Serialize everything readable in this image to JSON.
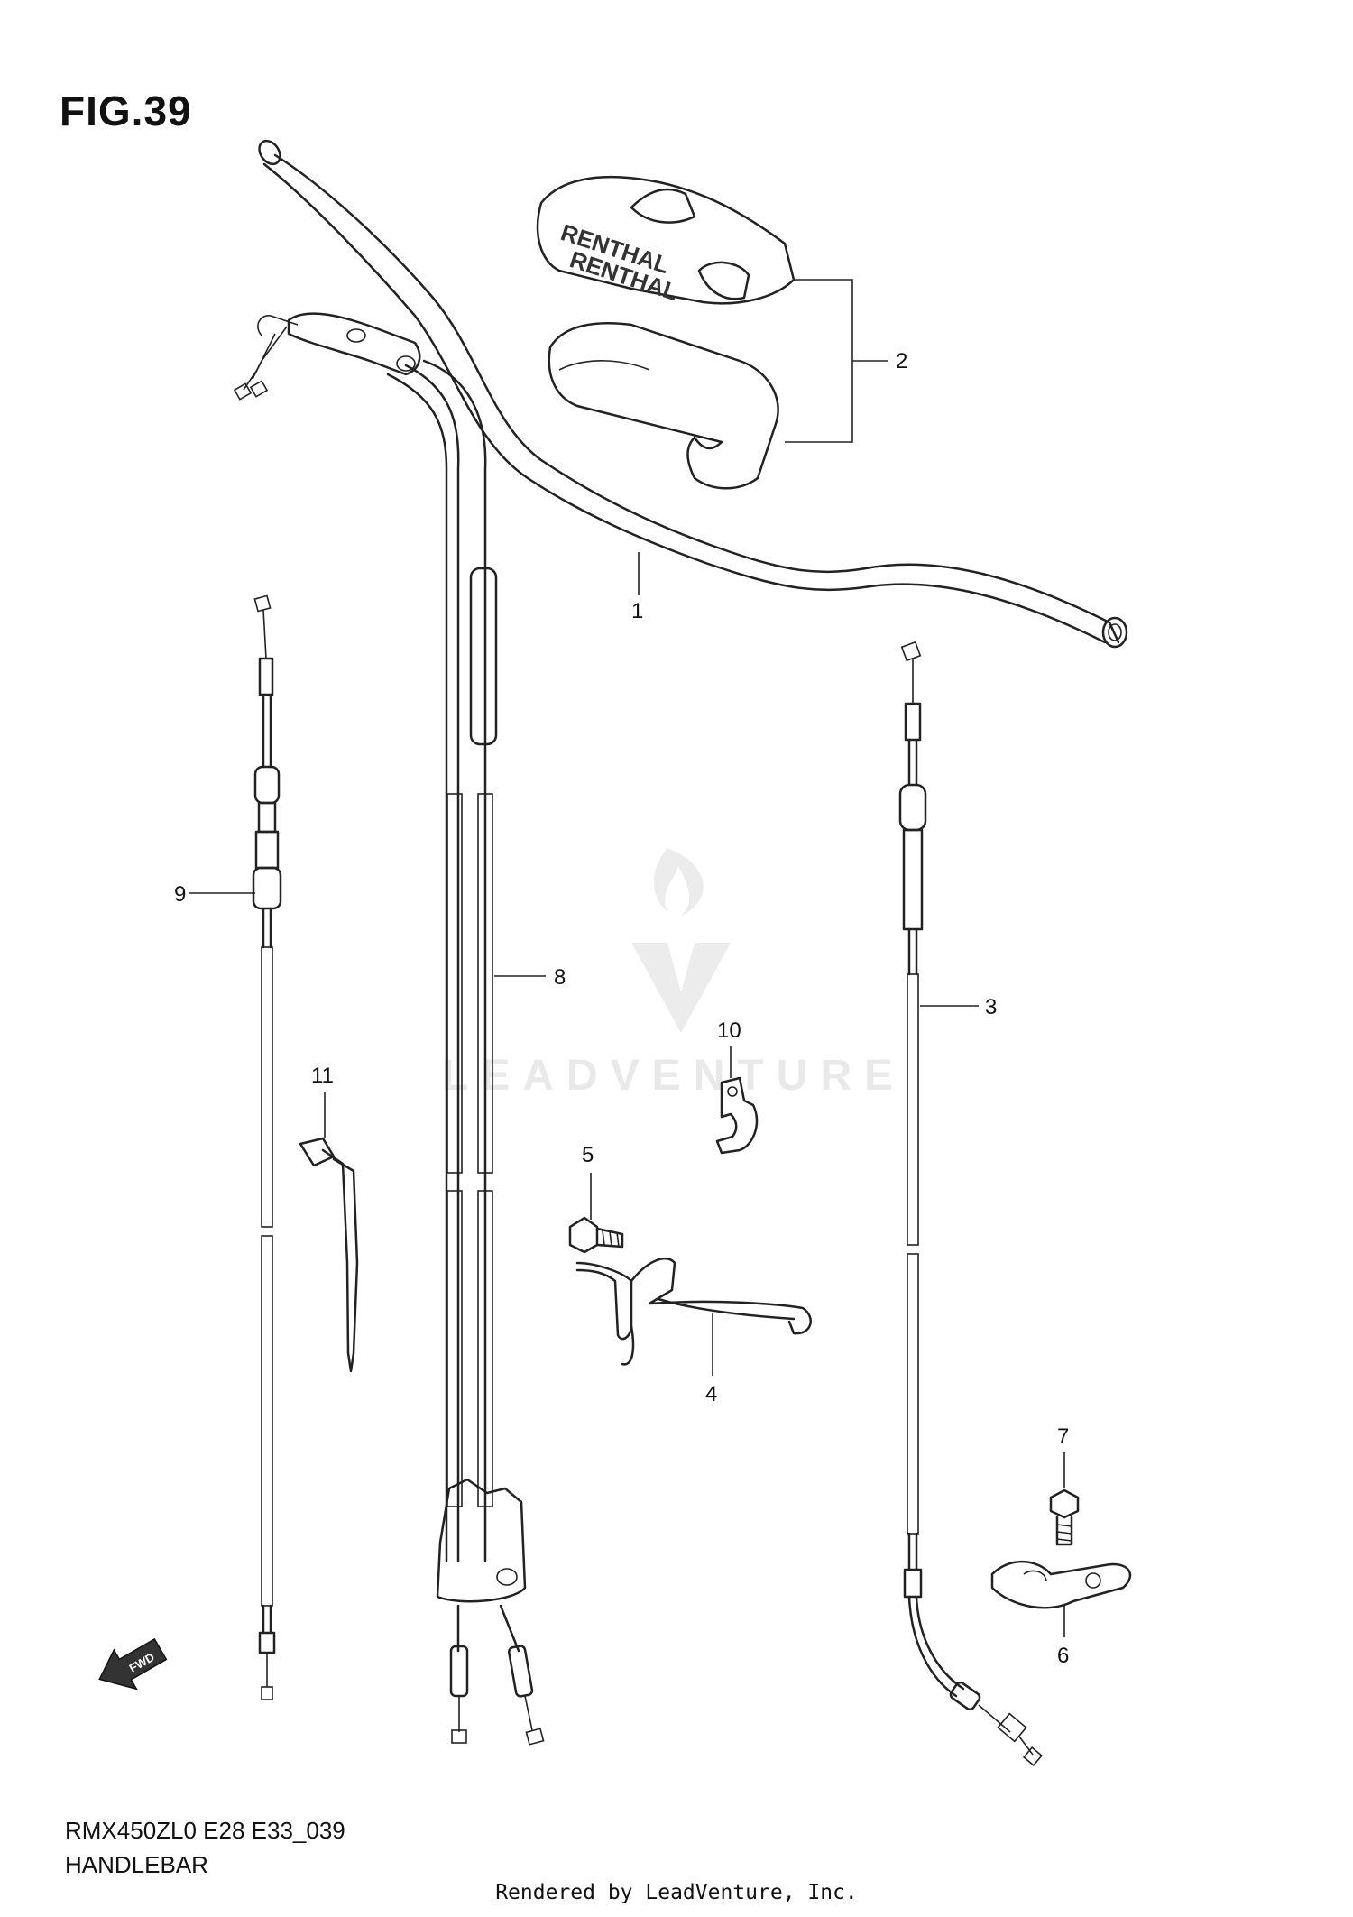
{
  "figure": {
    "title": "FIG.39",
    "model_code": "RMX450ZL0 E28 E33_039",
    "section_name": "HANDLEBAR"
  },
  "callouts": [
    {
      "id": "1",
      "label": "1"
    },
    {
      "id": "2",
      "label": "2"
    },
    {
      "id": "3",
      "label": "3"
    },
    {
      "id": "4",
      "label": "4"
    },
    {
      "id": "5",
      "label": "5"
    },
    {
      "id": "6",
      "label": "6"
    },
    {
      "id": "7",
      "label": "7"
    },
    {
      "id": "8",
      "label": "8"
    },
    {
      "id": "9",
      "label": "9"
    },
    {
      "id": "10",
      "label": "10"
    },
    {
      "id": "11",
      "label": "11"
    }
  ],
  "pad_brand": "RENTHAL",
  "fwd_arrow_label": "FWD",
  "watermark": "LEADVENTURE",
  "footer": "Rendered by LeadVenture, Inc."
}
